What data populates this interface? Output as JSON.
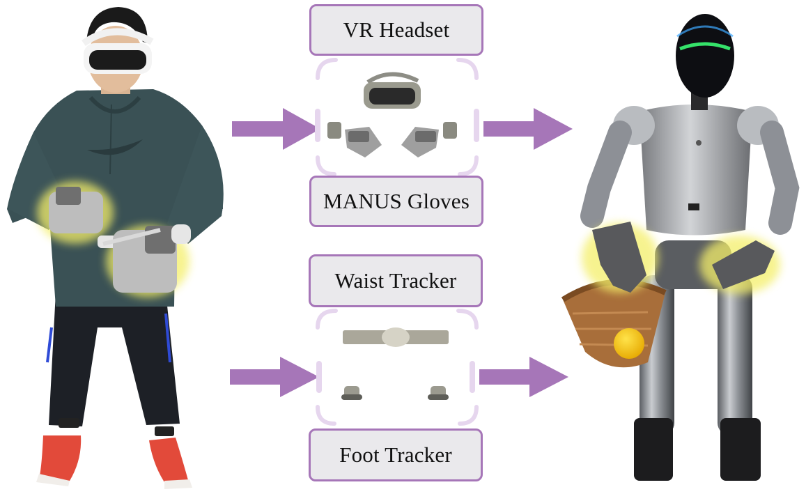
{
  "labels": {
    "vr_headset": "VR  Headset",
    "manus_gloves": "MANUS Gloves",
    "waist_tracker": "Waist Tracker",
    "foot_tracker": "Foot Tracker"
  },
  "colors": {
    "accent_purple": "#a676b8",
    "bracket_light": "#e6d6ee",
    "box_fill": "#eae9ec",
    "glove_glow": "#f4ef6a",
    "robot_visor": "#35e36a"
  },
  "icons": [
    "person-operator-image",
    "vr-headset-icon",
    "glove-icon",
    "tracker-icon",
    "humanoid-robot-image",
    "arrow-right-icon"
  ]
}
